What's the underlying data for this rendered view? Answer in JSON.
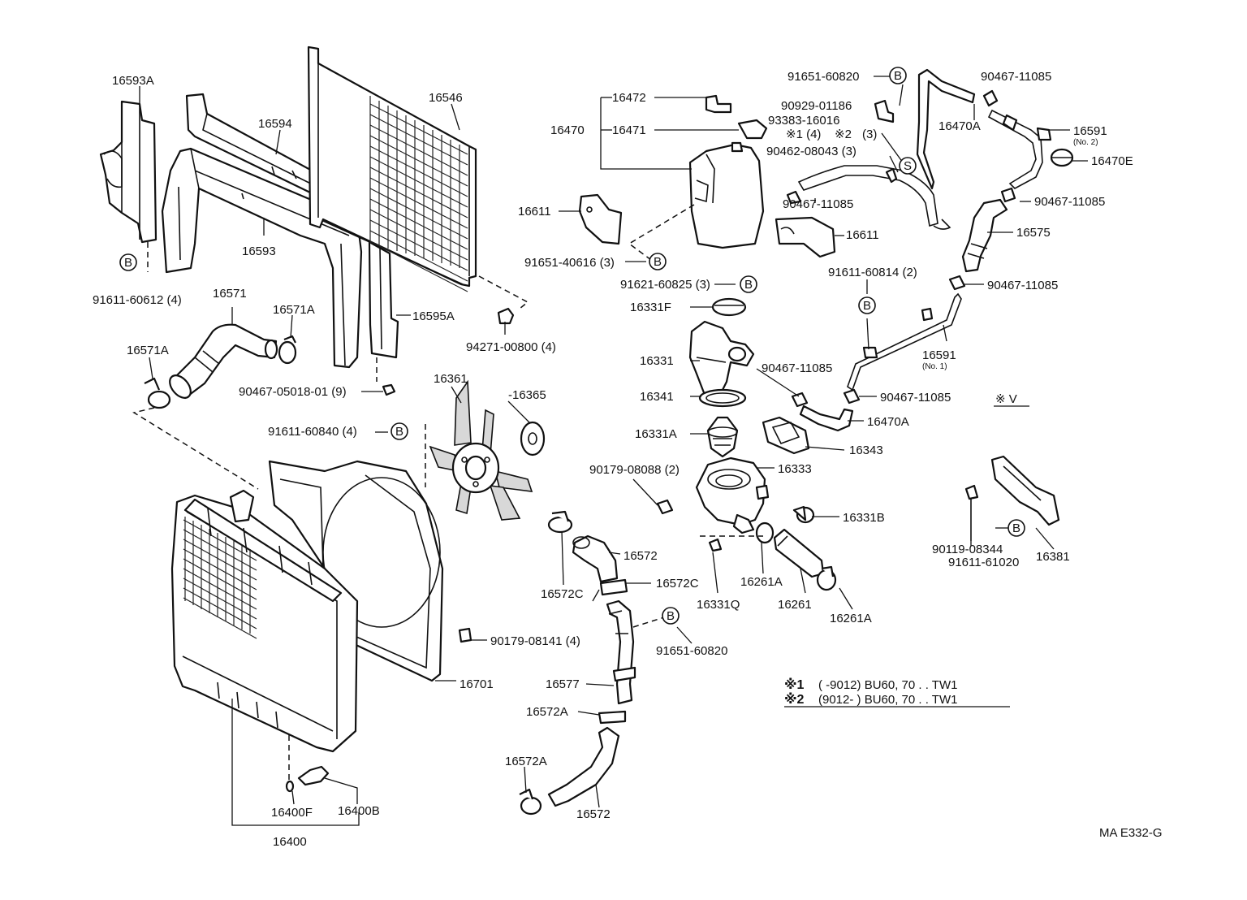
{
  "labels": {
    "p16593A": "16593A",
    "p16594": "16594",
    "p16593": "16593",
    "p16546": "16546",
    "p91611_60612": "91611-60612 (4)",
    "p16571": "16571",
    "p16571A_upper": "16571A",
    "p16571A_left": "16571A",
    "p16595A": "16595A",
    "p94271_00800": "94271-00800 (4)",
    "p90467_05018": "90467-05018-01 (9)",
    "p16361": "16361",
    "p16365": "-16365",
    "p91611_60840": "91611-60840 (4)",
    "p16472": "16472",
    "p16470": "16470",
    "p16471": "16471",
    "p93383_16016": "93383-16016",
    "p16611_left": "16611",
    "p16611_right": "16611",
    "p91651_40616": "91651-40616 (3)",
    "p91651_60820_top": "91651-60820",
    "p90929_01186": "90929-01186",
    "p_note1_qty": "※1 (4)",
    "p_note2_qty": "※2",
    "p_qty3": "(3)",
    "p90462_08043": "90462-08043 (3)",
    "p90467_11085_a": "90467-11085",
    "p90467_11085_b": "90467-11085",
    "p90467_11085_c": "90467-11085",
    "p90467_11085_d": "90467-11085",
    "p90467_11085_e": "90467-11085",
    "p90467_11085_f": "90467-11085",
    "p16470A_top": "16470A",
    "p16591_top": "16591",
    "p16591_top_no": "(No. 2)",
    "p16470E": "16470E",
    "p16575": "16575",
    "p91611_60814": "91611-60814 (2)",
    "p91621_60825": "91621-60825 (3)",
    "p16331F": "16331F",
    "p16331": "16331",
    "p16341": "16341",
    "p16591_mid": "16591",
    "p16591_mid_no": "(No. 1)",
    "p16470A_mid": "16470A",
    "p_v": "※ V",
    "p16331A": "16331A",
    "p16343": "16343",
    "p16333": "16333",
    "p90179_08088": "90179-08088 (2)",
    "p16331B": "16331B",
    "p16572_upper": "16572",
    "p16572C_left": "16572C",
    "p16572C_right": "16572C",
    "p16331Q": "16331Q",
    "p16261A_left": "16261A",
    "p16261": "16261",
    "p16261A_right": "16261A",
    "p90119_08344": "90119-08344",
    "p91611_61020": "91611-61020",
    "p16381": "16381",
    "p90179_08141": "90179-08141 (4)",
    "p91651_60820_low": "91651-60820",
    "p16701": "16701",
    "p16577": "16577",
    "p16572A_upper": "16572A",
    "p16572A_lower": "16572A",
    "p16572_lower": "16572",
    "p16400F": "16400F",
    "p16400B": "16400B",
    "p16400": "16400",
    "code": "MA E332-G"
  },
  "notes": [
    {
      "mark": "※1",
      "text": "(        -9012) BU60, 70 . . TW1"
    },
    {
      "mark": "※2",
      "text": "(9012-          ) BU60, 70 . . TW1"
    }
  ],
  "markers": {
    "b": "B",
    "s": "S"
  }
}
